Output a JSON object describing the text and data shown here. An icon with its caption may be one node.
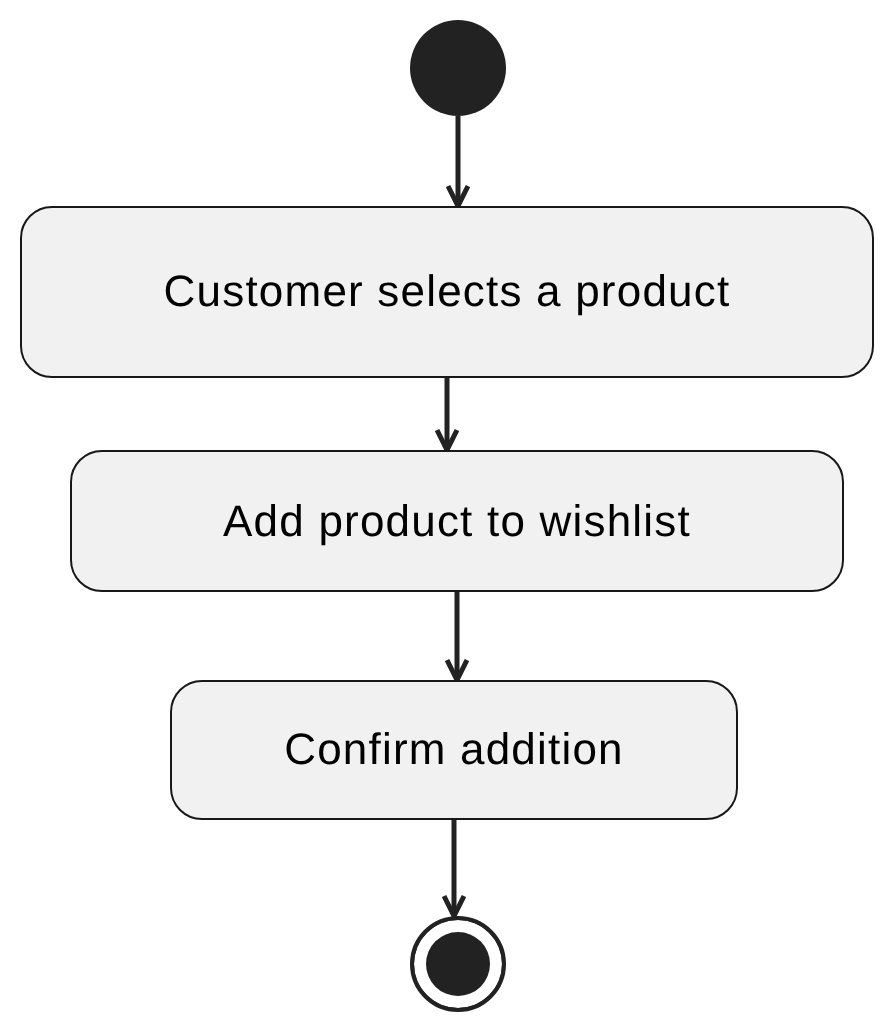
{
  "diagram": {
    "nodes": [
      {
        "text": [],
        "shape": "circle"
      },
      {
        "text": [
          "Customer selects a product"
        ]
      },
      {
        "text": [
          "Add product to wishlist"
        ]
      },
      {
        "text": [
          "Confirm addition"
        ]
      },
      {
        "text": [],
        "shape": "circle"
      }
    ],
    "edges": [
      {
        "from": 0,
        "to": 1,
        "arrow": "to"
      },
      {
        "from": 1,
        "to": 2,
        "arrow": "to"
      },
      {
        "from": 2,
        "to": 3,
        "arrow": "to"
      },
      {
        "from": 3,
        "to": 4,
        "arrow": "to"
      }
    ]
  }
}
